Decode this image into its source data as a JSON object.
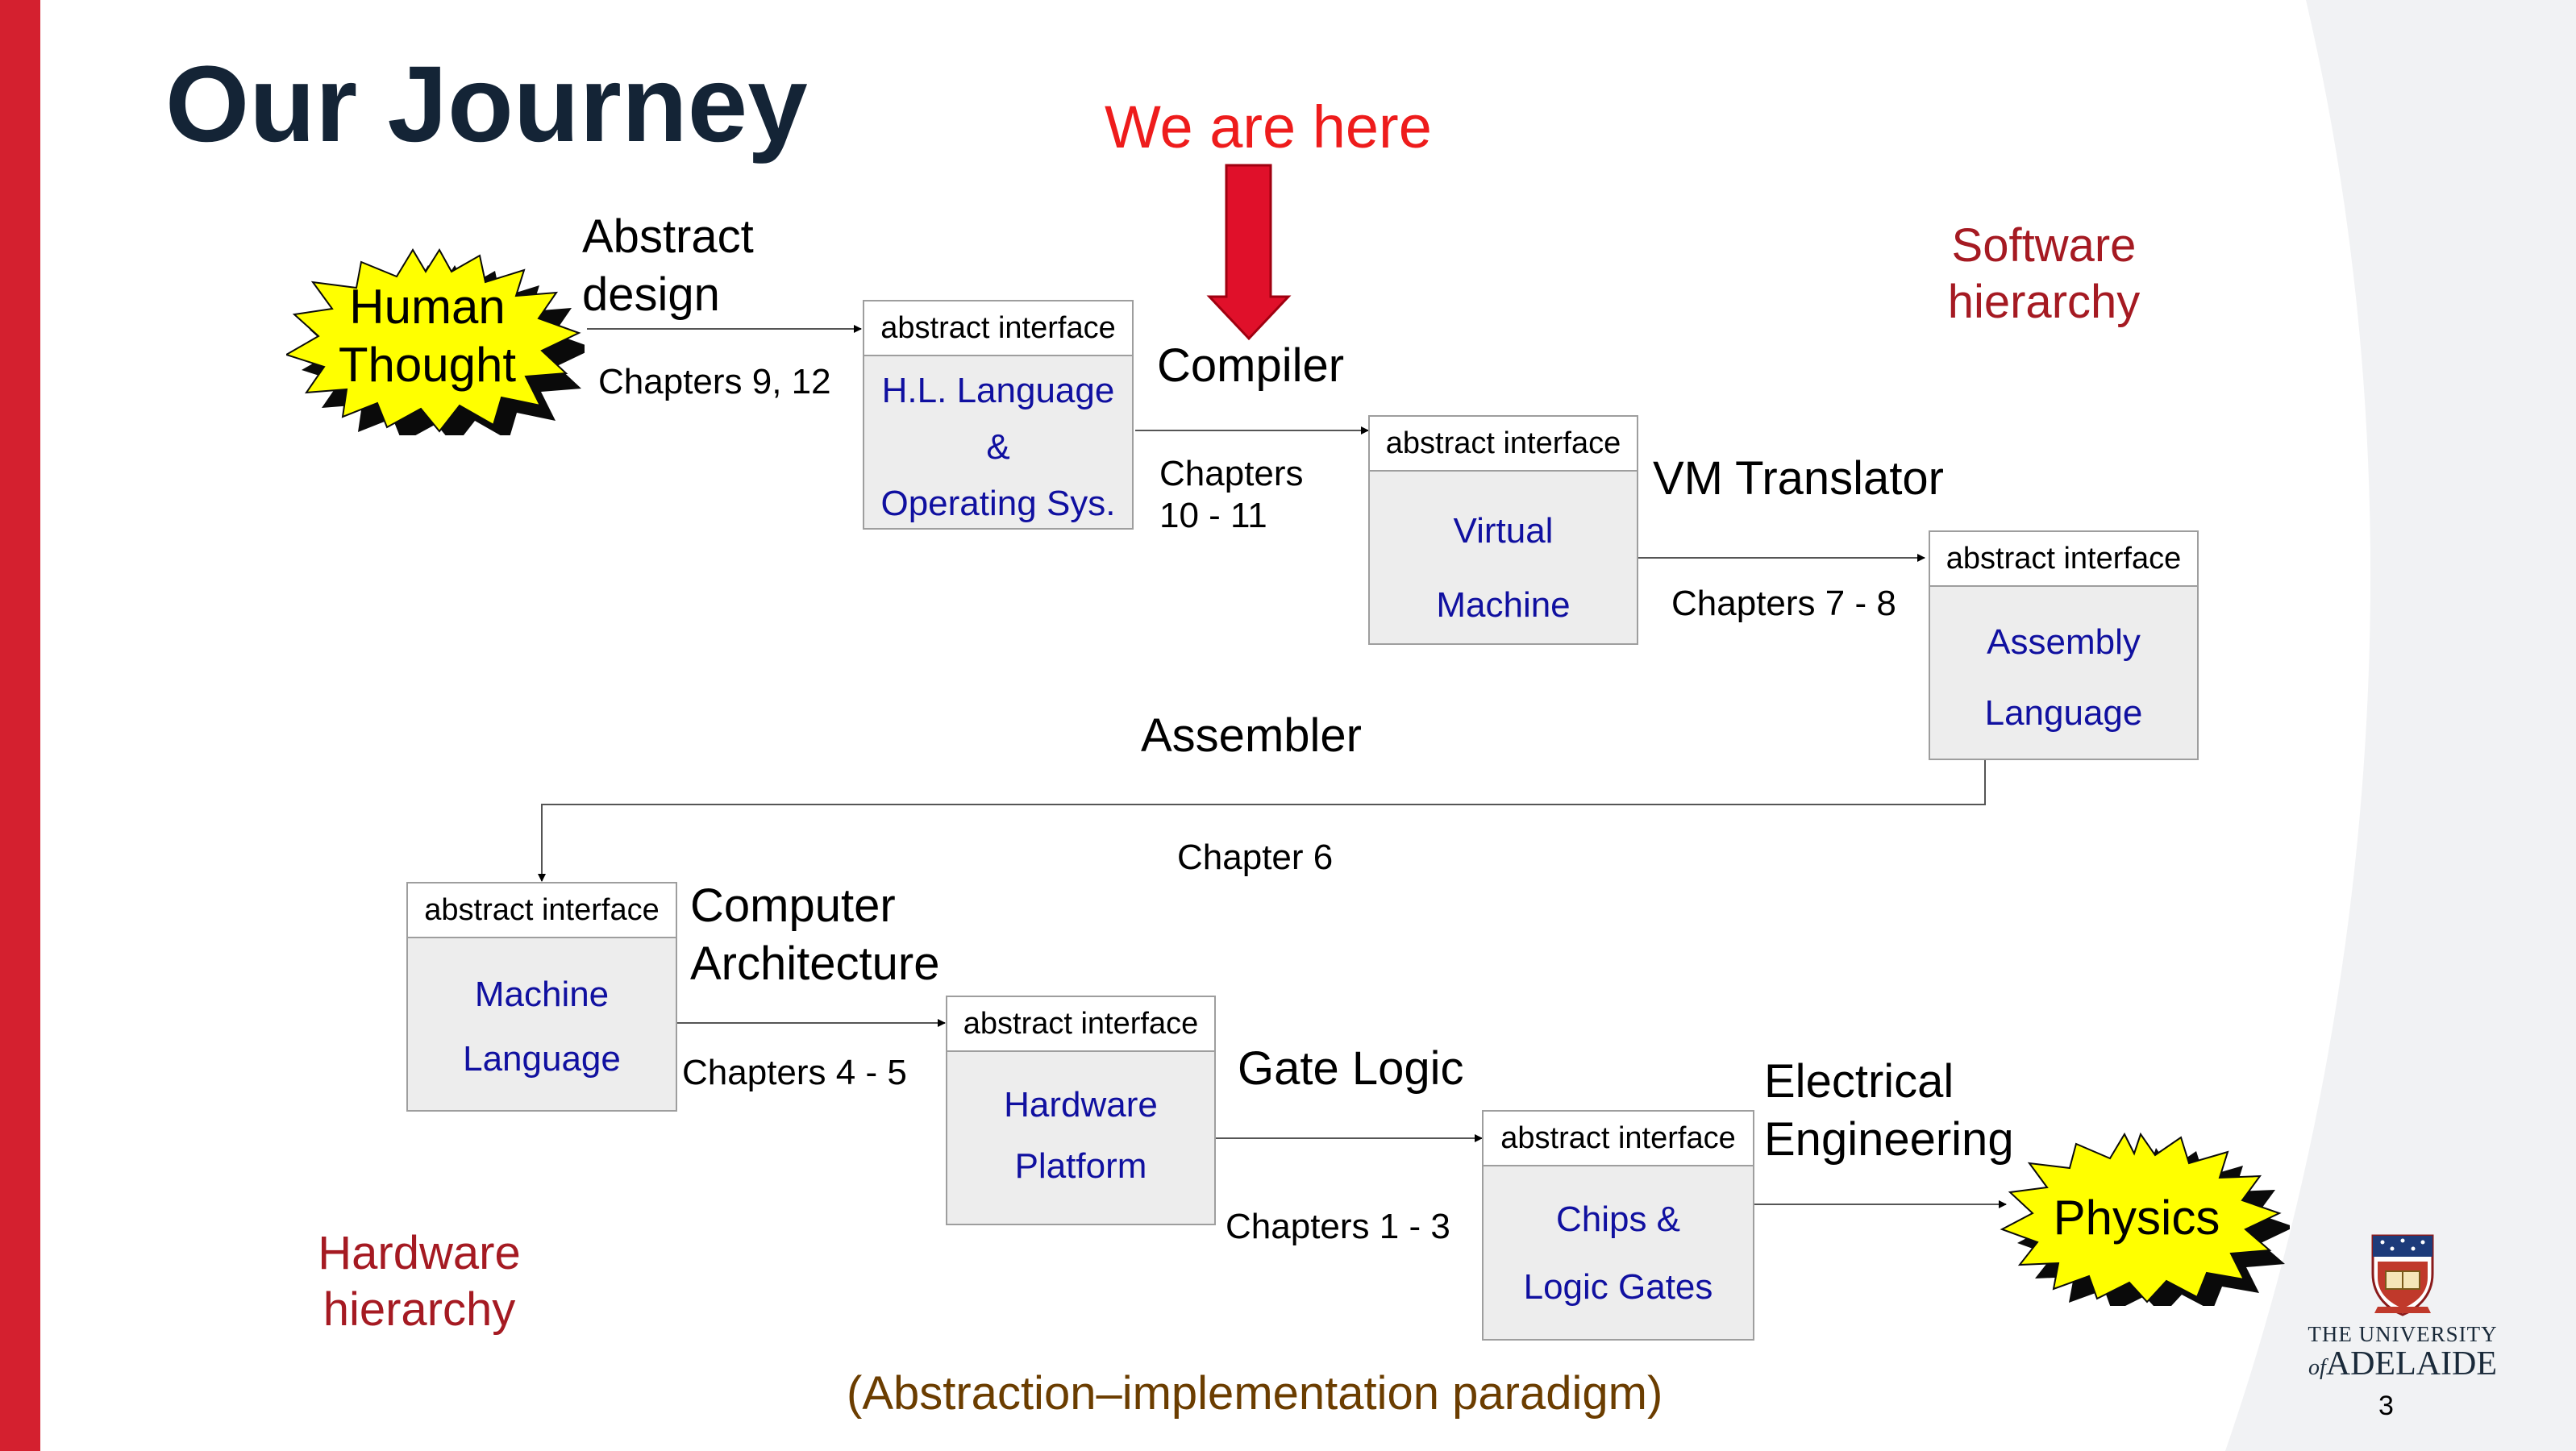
{
  "slide": {
    "title": "Our Journey",
    "pointer_text": "We are here",
    "software_hierarchy": [
      "Software",
      "hierarchy"
    ],
    "hardware_hierarchy": [
      "Hardware",
      "hierarchy"
    ],
    "paradigm": "(Abstraction–implementation paradigm)",
    "page_number": "3"
  },
  "bursts": {
    "start": [
      "Human",
      "Thought"
    ],
    "end": "Physics"
  },
  "interface_label": "abstract interface",
  "boxes": [
    {
      "lines": [
        "H.L. Language",
        "&",
        "Operating Sys."
      ]
    },
    {
      "lines": [
        "Virtual",
        "Machine"
      ]
    },
    {
      "lines": [
        "Assembly",
        "Language"
      ]
    },
    {
      "lines": [
        "Machine",
        "Language"
      ]
    },
    {
      "lines": [
        "Hardware",
        "Platform"
      ]
    },
    {
      "lines": [
        "Chips &",
        "Logic Gates"
      ]
    }
  ],
  "stages": [
    {
      "name": [
        "Abstract",
        "design"
      ],
      "chapters": "Chapters 9, 12"
    },
    {
      "name": [
        "Compiler"
      ],
      "chapters": [
        "Chapters",
        "10 - 11"
      ]
    },
    {
      "name": [
        "VM Translator"
      ],
      "chapters": "Chapters 7 - 8"
    },
    {
      "name": [
        "Assembler"
      ],
      "chapters": "Chapter 6"
    },
    {
      "name": [
        "Computer",
        "Architecture"
      ],
      "chapters": "Chapters  4 - 5"
    },
    {
      "name": [
        "Gate Logic"
      ],
      "chapters": "Chapters  1 - 3"
    },
    {
      "name": [
        "Electrical",
        "Engineering"
      ]
    }
  ],
  "logo": {
    "line1": "THE UNIVERSITY",
    "line2_prefix": "of",
    "line2": "ADELAIDE"
  },
  "colors": {
    "accent_red": "#d4202f",
    "pointer_red": "#ee1c1c",
    "hierarchy_red": "#a51a22",
    "box_text_blue": "#1010a0",
    "burst_yellow": "#ffff00",
    "title_navy": "#142436"
  }
}
